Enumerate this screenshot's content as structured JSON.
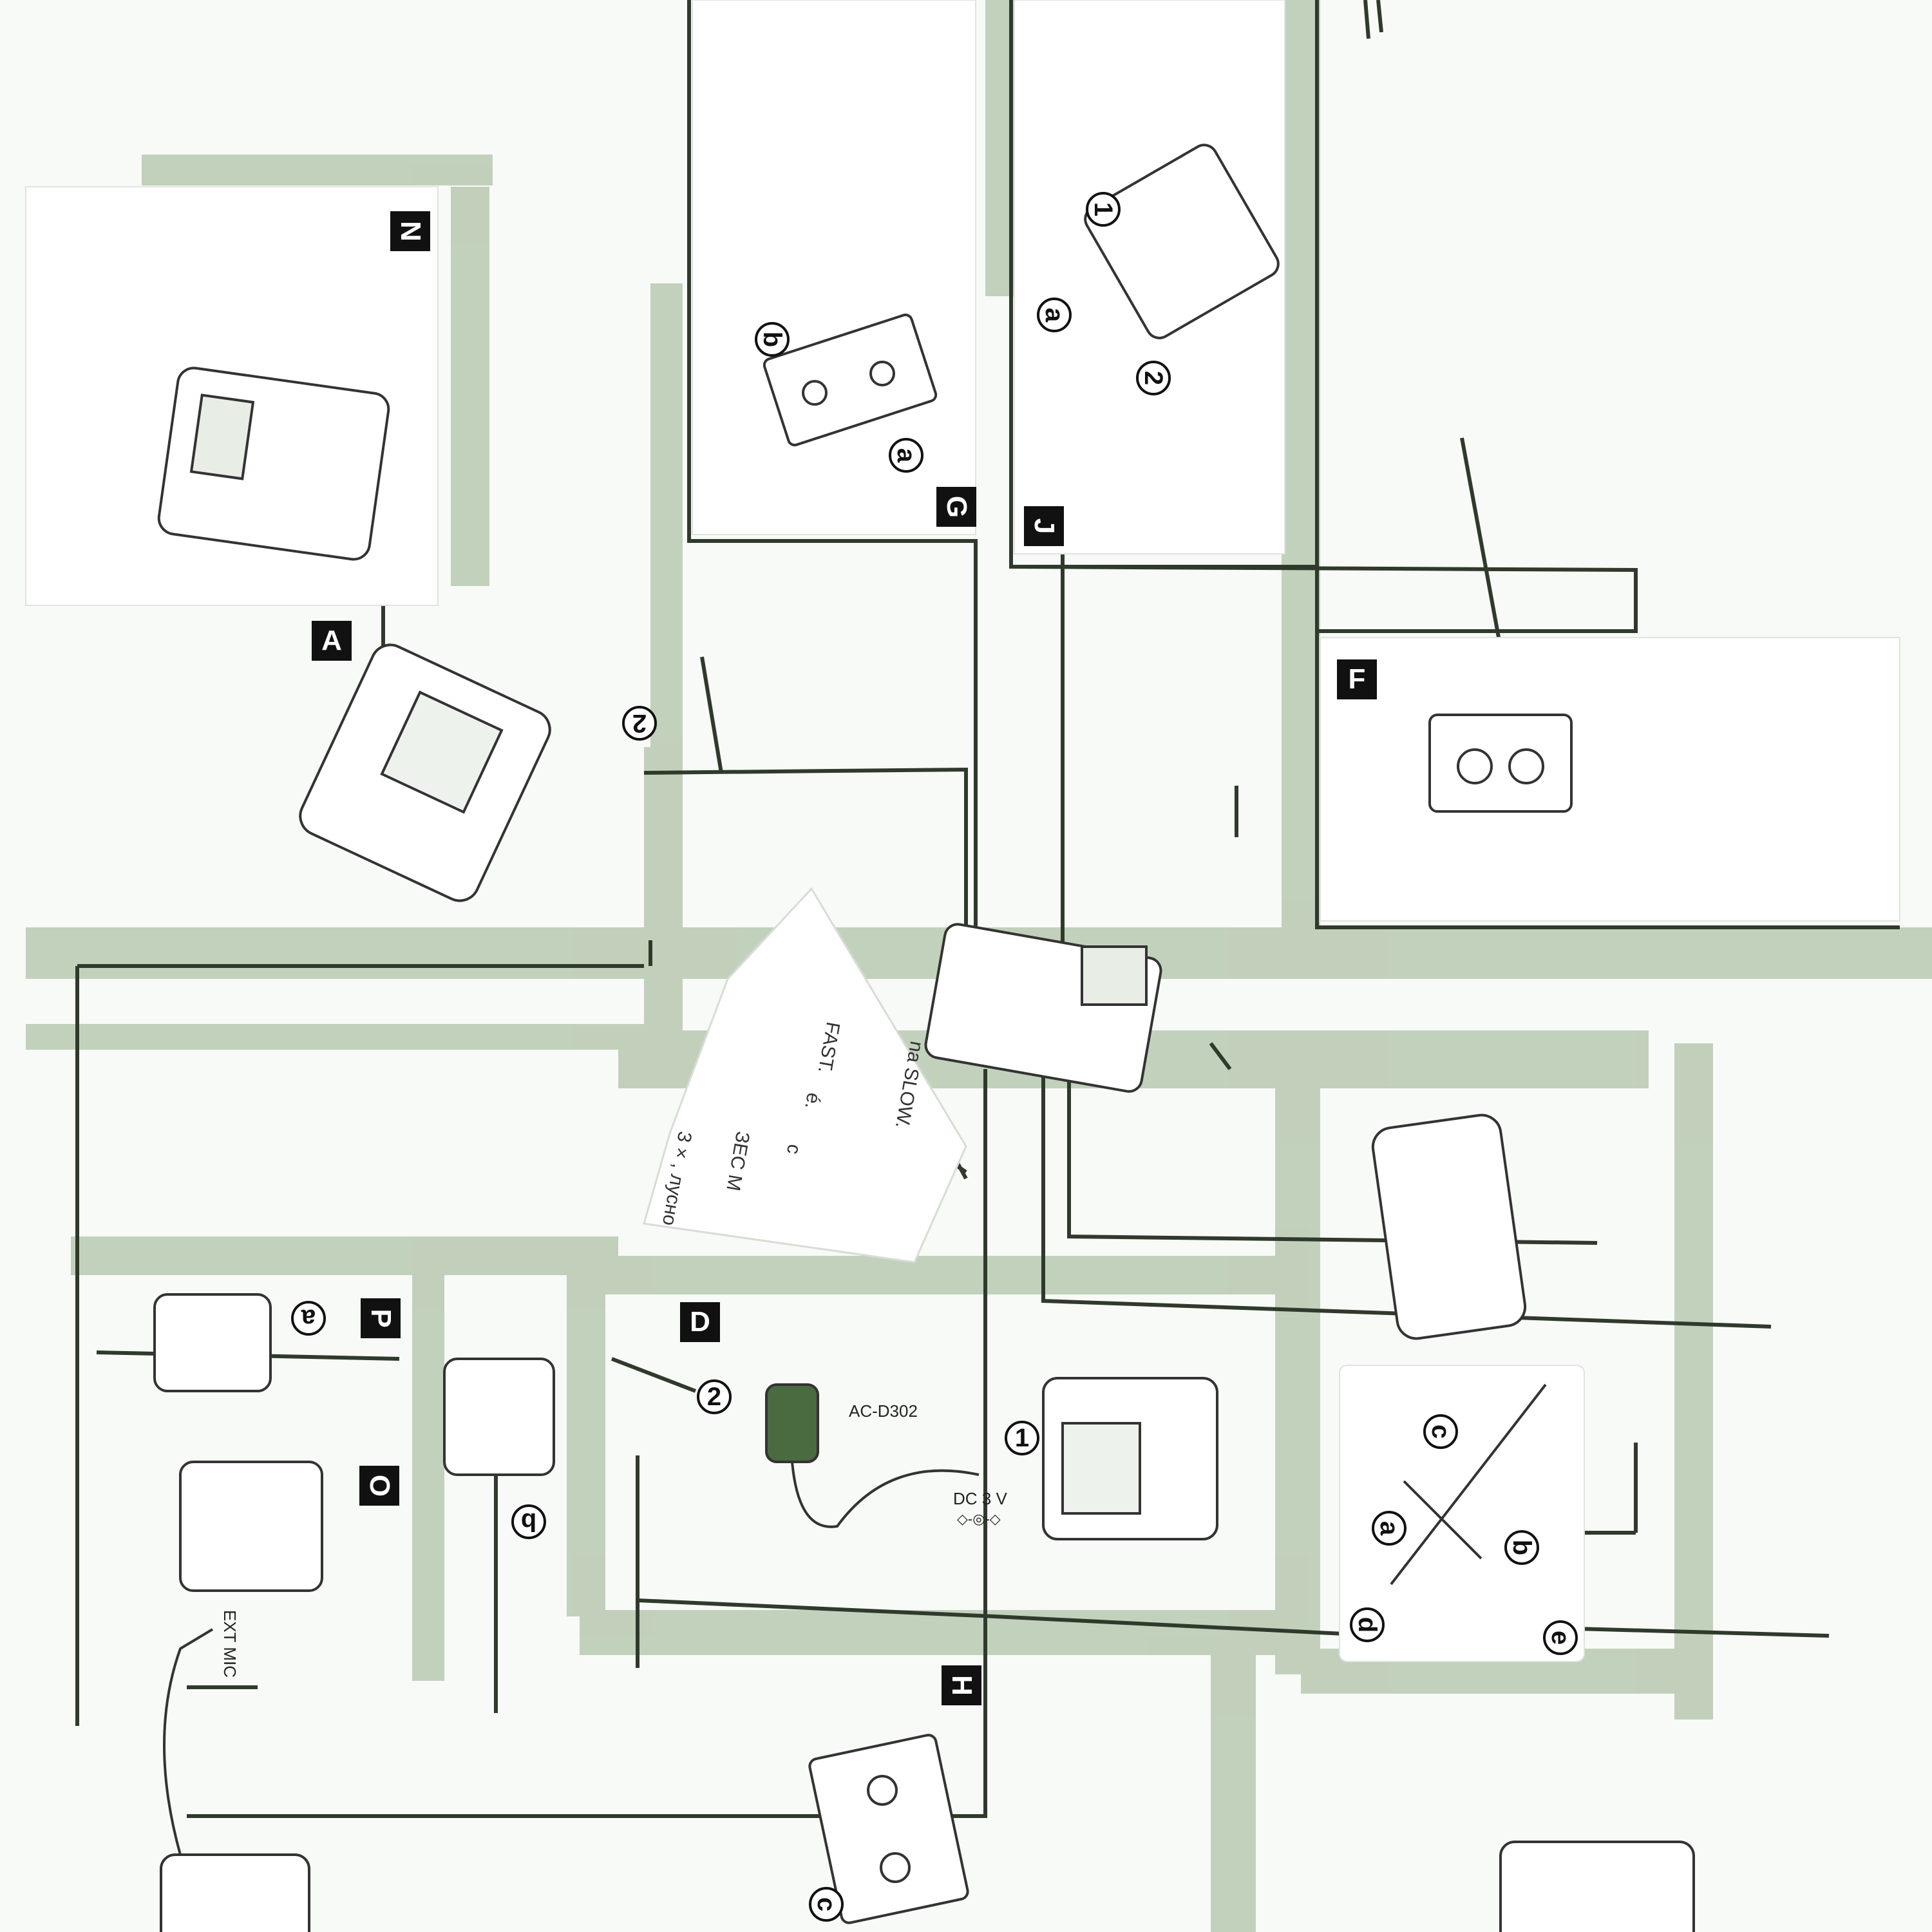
{
  "panels": {
    "A": "A",
    "D": "D",
    "F": "F",
    "G": "G",
    "H": "H",
    "J": "J",
    "N": "N",
    "O": "O",
    "P": "P"
  },
  "callouts": {
    "a_top": "a",
    "b_top": "b",
    "a_j": "a",
    "one_j": "1",
    "two_j": "2",
    "two_a": "2",
    "a_p": "a",
    "b_o": "b",
    "two_d": "2",
    "one_d": "1",
    "c_detail": "c",
    "a_detail": "a",
    "b_detail": "b",
    "d_detail": "d",
    "e_detail": "e",
    "c_h": "c"
  },
  "text": {
    "adapter_model": "AC-D302",
    "dc_rating": "DC 3 V",
    "polarity": "◇-◎-◇",
    "ext_mic": "EXT MIC",
    "frag_fast": "FAST.",
    "frag_slow": "na SLOW.",
    "frag_sec": "ЗЕС М",
    "frag_3x": "3 × , лусно",
    "frag_c": "с",
    "frag_e": "é."
  },
  "colors": {
    "green_band": "#b9c9b1",
    "dark_line": "#2f3a2c",
    "ink": "#111111"
  }
}
